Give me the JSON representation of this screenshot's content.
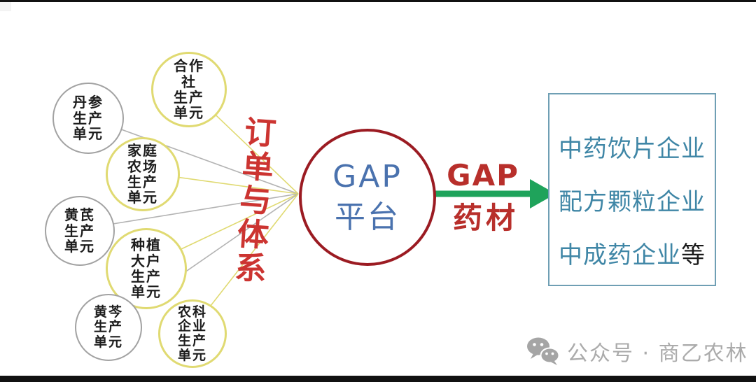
{
  "units": [
    {
      "label": "丹参\n生产\n单元",
      "type": "gray"
    },
    {
      "label": "合作\n社\n生产\n单元",
      "type": "yellow"
    },
    {
      "label": "家庭\n农场\n生产\n单元",
      "type": "yellow"
    },
    {
      "label": "黄芪\n生产\n单元",
      "type": "gray"
    },
    {
      "label": "种植\n大户\n生产\n单元",
      "type": "yellow"
    },
    {
      "label": "黄芩\n生产\n单元",
      "type": "gray"
    },
    {
      "label": "农科\n企业\n生产\n单元",
      "type": "yellow"
    }
  ],
  "order_system": {
    "label": "订\n单\n与\n体\n系"
  },
  "platform": {
    "label": "GAP\n平台"
  },
  "arrow": {
    "label_top": "GAP",
    "label_bottom": "药材"
  },
  "output_box": {
    "lines": [
      {
        "text": "中药饮片企业",
        "suffix": ""
      },
      {
        "text": "配方颗粒企业",
        "suffix": ""
      },
      {
        "text": "中成药企业",
        "suffix": "等"
      }
    ]
  },
  "watermark": {
    "text": "公众号 · 商乙农林"
  },
  "colors": {
    "platform_border": "#9b1b22",
    "platform_text": "#4a72ae",
    "arrow_green": "#1fa35b",
    "arrow_label_red": "#b82f2b",
    "order_system_red": "#cc3431",
    "box_border": "#6f9fb4",
    "box_text": "#3f86a6",
    "unit_border_gray": "#a2a2a2",
    "unit_border_yellow": "#e0da72",
    "wire_gray": "#b3b3b3",
    "wire_yellow": "#e0da72",
    "watermark_gray": "#ababab"
  }
}
